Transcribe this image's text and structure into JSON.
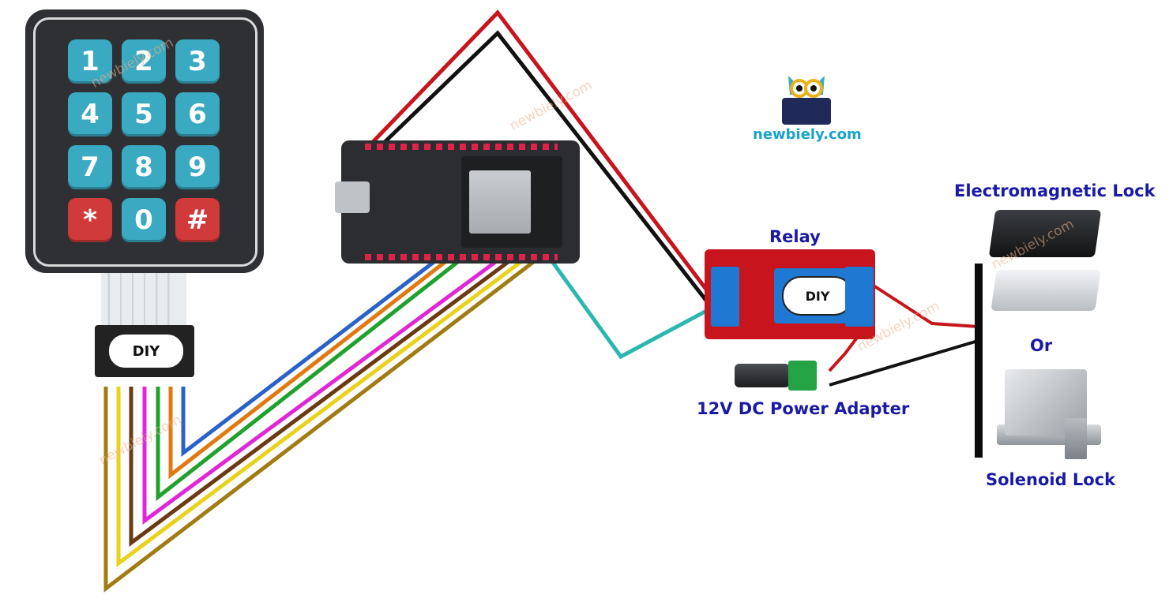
{
  "labels": {
    "relay": "Relay",
    "power_adapter": "12V DC Power Adapter",
    "em_lock": "Electromagnetic Lock",
    "or": "Or",
    "solenoid_lock": "Solenoid Lock",
    "brand": "newbiely.com"
  },
  "keypad": {
    "keys": [
      "1",
      "2",
      "3",
      "4",
      "5",
      "6",
      "7",
      "8",
      "9",
      "*",
      "0",
      "#"
    ]
  },
  "diy_logo": "DIY",
  "relay_logo": "DIY",
  "watermark": "newbiely.com",
  "colors": {
    "label_blue": "#1a1aa6",
    "brand_cyan": "#1aa3c8",
    "wire_red": "#c8141c",
    "wire_black": "#111111",
    "wire_cyan": "#2bb7b0",
    "wire_blue": "#2a62c9",
    "wire_orange": "#e07a10",
    "wire_green": "#1fa12c",
    "wire_magenta": "#e027d6",
    "wire_brown": "#6b3a12",
    "wire_yellow": "#e8d21a",
    "wire_olive": "#a07c12"
  }
}
